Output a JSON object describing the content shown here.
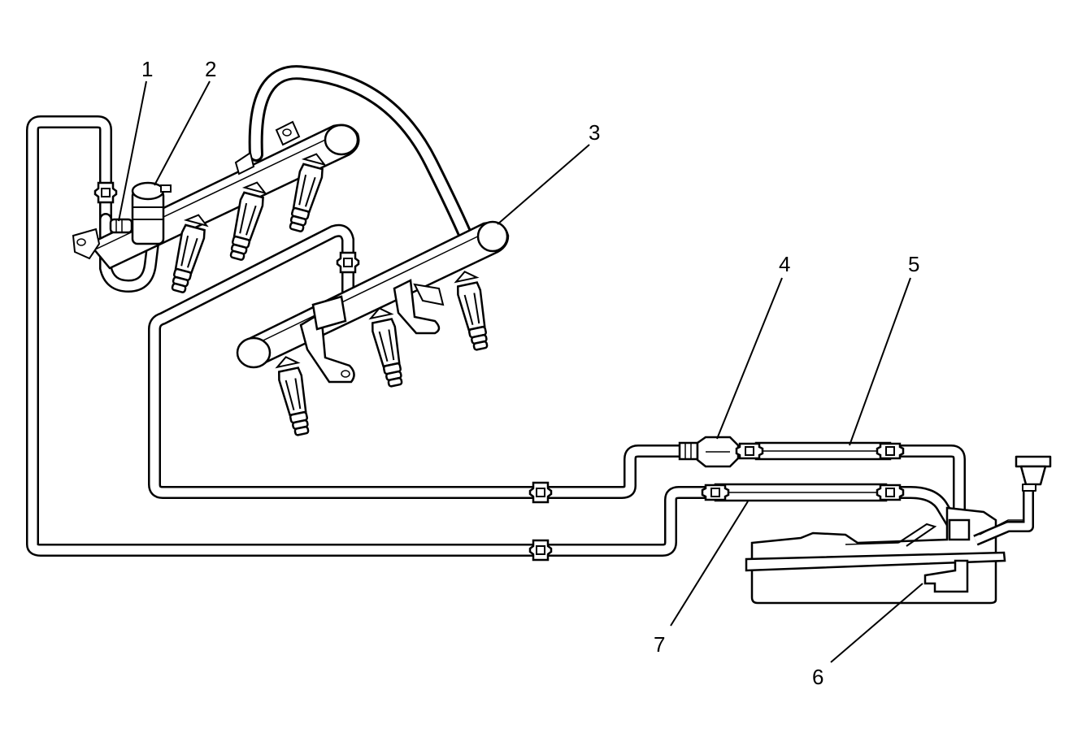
{
  "callouts": {
    "c1": "1",
    "c2": "2",
    "c3": "3",
    "c4": "4",
    "c5": "5",
    "c6": "6",
    "c7": "7"
  },
  "colors": {
    "line": "#000000",
    "fill": "#ffffff"
  }
}
